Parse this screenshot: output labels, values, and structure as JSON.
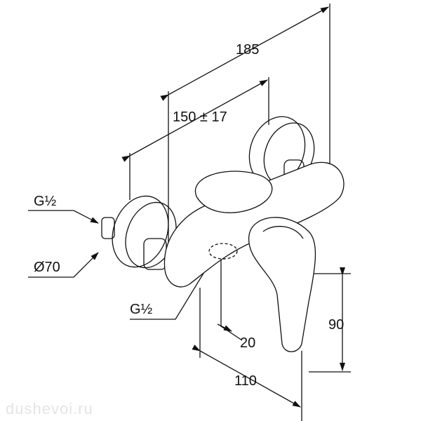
{
  "drawing": {
    "dimensions": {
      "overall_depth": "185",
      "connection_spacing": "150 ± 17",
      "inlet_thread": "G½",
      "rosette_diameter": "Ø70",
      "outlet_thread": "G½",
      "outlet_offset": "20",
      "handle_height": "90",
      "body_depth": "110"
    },
    "watermark": "dushevoi.ru"
  },
  "colors": {
    "line": "#111111",
    "watermark": "#e4e4e4"
  }
}
